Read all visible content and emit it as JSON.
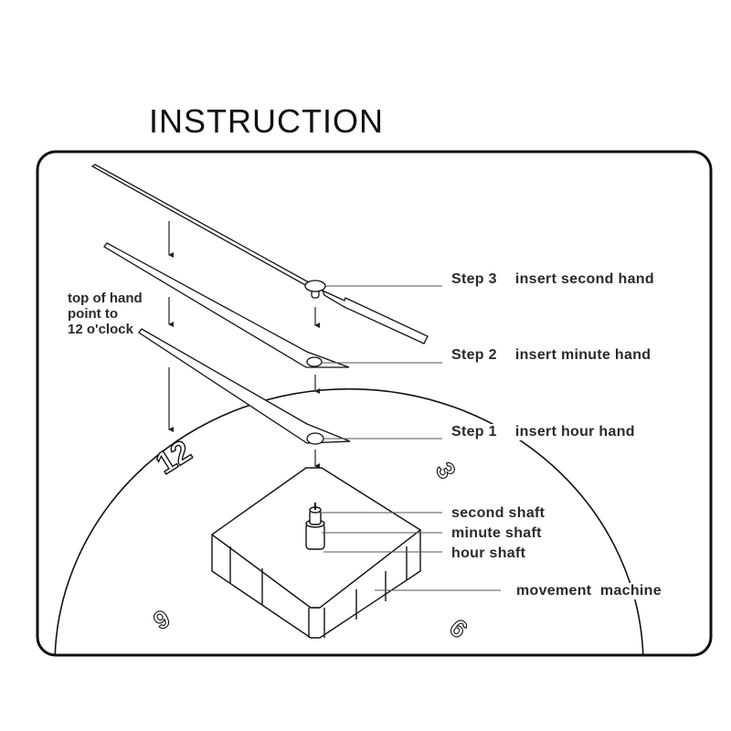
{
  "title": "INSTRUCTION",
  "note": [
    "top of hand",
    "point to",
    "12 o'clock"
  ],
  "steps": [
    {
      "step": "Step 3",
      "action": "insert second hand"
    },
    {
      "step": "Step 2",
      "action": "insert minute hand"
    },
    {
      "step": "Step 1",
      "action": "insert hour hand"
    }
  ],
  "parts": {
    "second_shaft": "second shaft",
    "minute_shaft": "minute shaft",
    "hour_shaft": "hour shaft",
    "movement": "movement  machine"
  },
  "dial_numbers": [
    "12",
    "3",
    "6",
    "9"
  ]
}
